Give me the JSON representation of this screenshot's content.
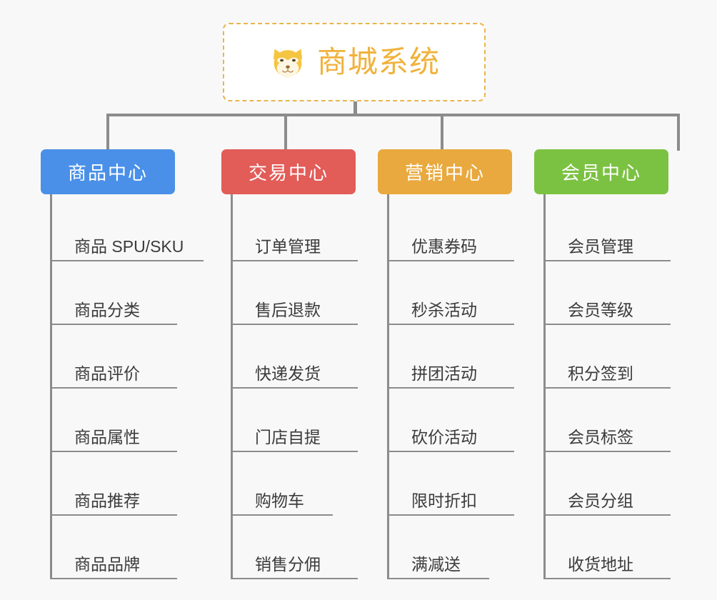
{
  "page": {
    "background_color": "#f8f8f8",
    "line_color": "#8c8c8c",
    "leaf_text_color": "#3b3b3b"
  },
  "root": {
    "title": "商城系统",
    "icon": "shiba-dog-face-emoji",
    "text_color": "#f0b23c",
    "border_color": "#e9b54d",
    "background_color": "#ffffff"
  },
  "columns": [
    {
      "header": "商品中心",
      "color": "#4a90e8",
      "items": [
        "商品 SPU/SKU",
        "商品分类",
        "商品评价",
        "商品属性",
        "商品推荐",
        "商品品牌"
      ]
    },
    {
      "header": "交易中心",
      "color": "#e25c58",
      "items": [
        "订单管理",
        "售后退款",
        "快递发货",
        "门店自提",
        "购物车",
        "销售分佣"
      ]
    },
    {
      "header": "营销中心",
      "color": "#e9a93f",
      "items": [
        "优惠券码",
        "秒杀活动",
        "拼团活动",
        "砍价活动",
        "限时折扣",
        "满减送"
      ]
    },
    {
      "header": "会员中心",
      "color": "#7cc242",
      "items": [
        "会员管理",
        "会员等级",
        "积分签到",
        "会员标签",
        "会员分组",
        "收货地址"
      ]
    }
  ]
}
